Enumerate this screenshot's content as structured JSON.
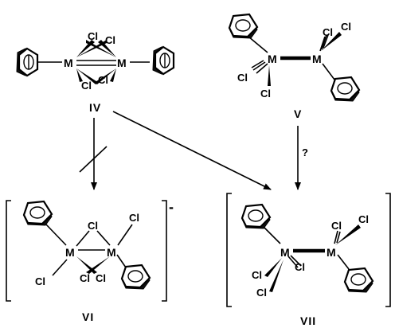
{
  "compounds": {
    "iv": "IV",
    "v": "V",
    "vi": "VI",
    "vii": "VII"
  },
  "atoms": {
    "metal": "M",
    "chloride": "Cl"
  },
  "charge": "-",
  "question_mark": "?"
}
